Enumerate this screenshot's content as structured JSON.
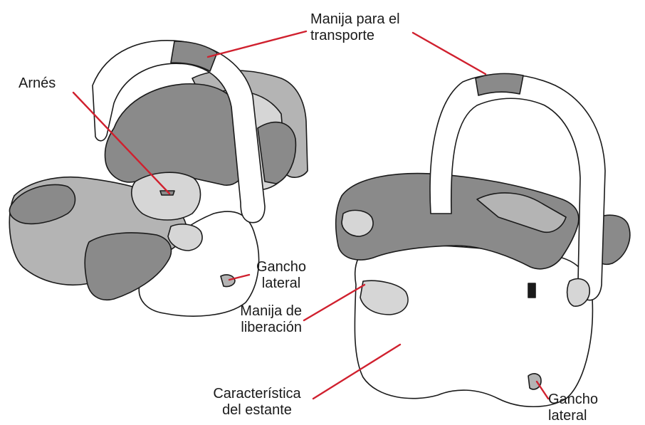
{
  "labels": {
    "carry_handle": [
      "Manija para el",
      "transporte"
    ],
    "harness": [
      "Arnés"
    ],
    "side_hook_left": [
      "Gancho",
      "lateral"
    ],
    "release_handle": [
      "Manija de",
      "liberación"
    ],
    "shelf_feature": [
      "Característica",
      "del estante"
    ],
    "side_hook_right": [
      "Gancho",
      "lateral"
    ]
  },
  "colors": {
    "leader_line": "#d0202e",
    "outline": "#1a1a1a",
    "fabric_dark": "#8a8a8a",
    "fabric_mid": "#b4b4b4",
    "fabric_light": "#d6d6d6",
    "shell": "#ffffff"
  },
  "icons": [
    "infant-car-seat-front-view",
    "infant-car-seat-rear-view"
  ]
}
